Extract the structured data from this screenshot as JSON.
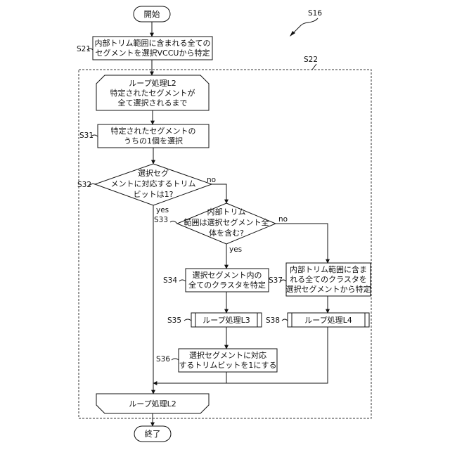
{
  "figure_label": "S16",
  "region_label": "S22",
  "start": "開始",
  "end": "終了",
  "s21": {
    "id": "S21",
    "lines": [
      "内部トリム範囲に含まれる全ての",
      "セグメントを選択VCCUから特定"
    ]
  },
  "loop_start": {
    "lines": [
      "ループ処理L2",
      "特定されたセグメントが",
      "全て選択されるまで"
    ]
  },
  "s31": {
    "id": "S31",
    "lines": [
      "特定されたセグメントの",
      "うちの1個を選択"
    ]
  },
  "s32": {
    "id": "S32",
    "lines": [
      "選択セグ",
      "メントに対応するトリム",
      "ビットは1?"
    ],
    "no": "no",
    "yes": "yes"
  },
  "s33": {
    "id": "S33",
    "lines": [
      "内部トリム",
      "範囲は選択セグメント全",
      "体を含む?"
    ],
    "no": "no",
    "yes": "yes"
  },
  "s34": {
    "id": "S34",
    "lines": [
      "選択セグメント内の",
      "全てのクラスタを特定"
    ]
  },
  "s35": {
    "id": "S35",
    "text": "ループ処理L3"
  },
  "s36": {
    "id": "S36",
    "lines": [
      "選択セグメントに対応",
      "するトリムビットを1にする"
    ]
  },
  "s37": {
    "id": "S37",
    "lines": [
      "内部トリム範囲に含ま",
      "れる全てのクラスタを",
      "選択セグメントから特定"
    ]
  },
  "s38": {
    "id": "S38",
    "text": "ループ処理L4"
  },
  "loop_end": {
    "text": "ループ処理L2"
  }
}
